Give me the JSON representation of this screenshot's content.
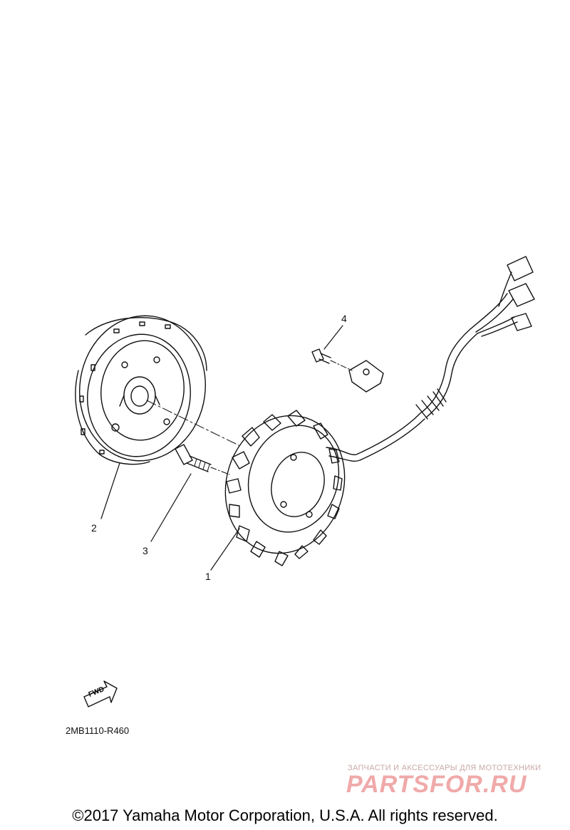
{
  "diagram": {
    "callouts": [
      "1",
      "2",
      "3",
      "4"
    ],
    "fwd_label": "FWD",
    "part_code": "2MB1110-R460"
  },
  "watermark": {
    "tagline": "ЗАПЧАСТИ И АКСЕССУАРЫ ДЛЯ МОТОТЕХНИКИ",
    "logo": "PARTSFOR.RU"
  },
  "copyright": "©2017 Yamaha Motor Corporation, U.S.A. All rights reserved."
}
